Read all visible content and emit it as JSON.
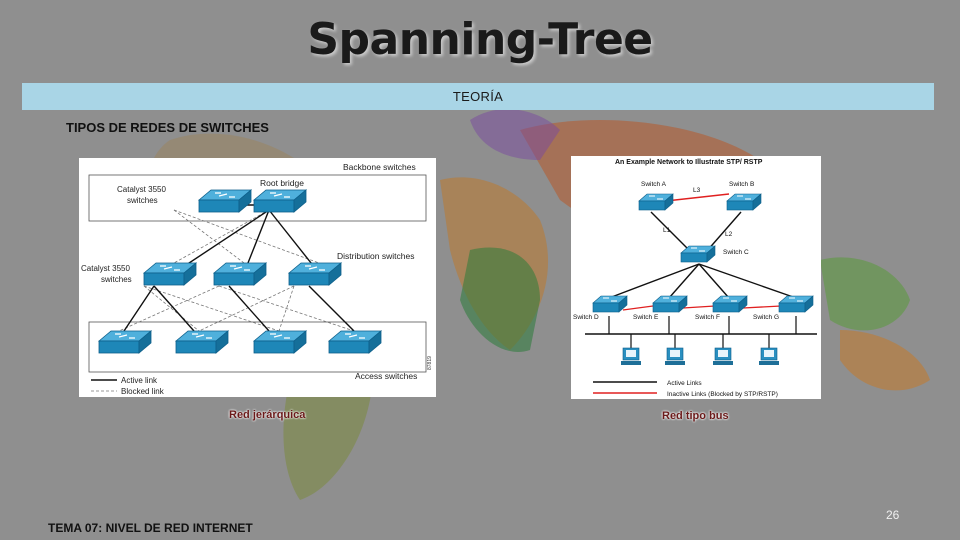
{
  "slide": {
    "title": "Spanning-Tree",
    "band_label": "TEORÍA",
    "subtitle": "TIPOS DE REDES DE SWITCHES",
    "footer": "TEMA 07: NIVEL DE RED INTERNET",
    "page_number": "26"
  },
  "left_diagram": {
    "caption": "Red jerárquica",
    "labels": {
      "backbone": "Backbone switches",
      "root": "Root bridge",
      "catalyst_top": [
        "Catalyst 3550",
        "switches"
      ],
      "distribution": "Distribution switches",
      "catalyst_mid": [
        "Catalyst 3550",
        "switches"
      ],
      "access": "Access switches",
      "active": "Active link",
      "blocked": "Blocked link",
      "figure_id": "87819"
    }
  },
  "right_diagram": {
    "caption": "Red tipo bus",
    "title": "An Example Network to Illustrate STP/ RSTP",
    "switches": {
      "a": "Switch A",
      "b": "Switch B",
      "c": "Switch C",
      "d": "Switch D",
      "e": "Switch E",
      "f": "Switch F",
      "g": "Switch G"
    },
    "links": {
      "l1": "L1",
      "l2": "L2",
      "l3": "L3"
    },
    "legend": {
      "active": "Active Links",
      "inactive": "Inactive Links (Blocked by STP/RSTP)"
    }
  },
  "colors": {
    "band": "#a9d5e6",
    "switch": "#1e87b8",
    "blocked": "#e02020"
  }
}
